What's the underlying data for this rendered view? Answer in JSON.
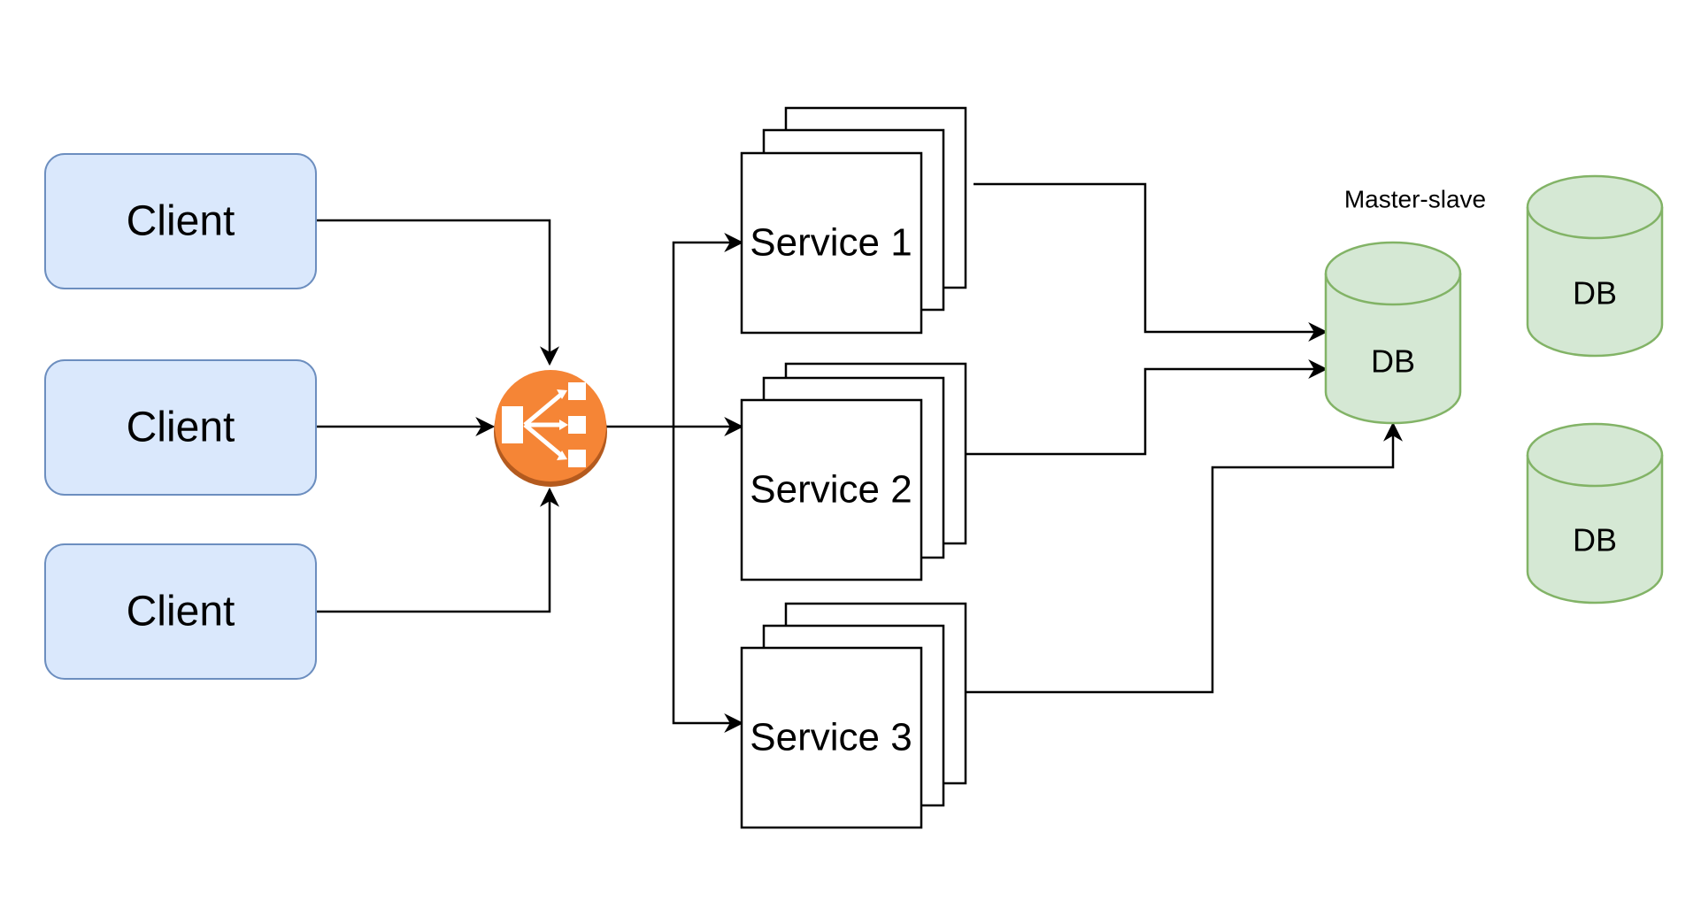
{
  "clients": [
    {
      "label": "Client"
    },
    {
      "label": "Client"
    },
    {
      "label": "Client"
    }
  ],
  "load_balancer": {
    "icon": "load-balancer-icon",
    "color": "#F58536"
  },
  "services": [
    {
      "label": "Service 1"
    },
    {
      "label": "Service 2"
    },
    {
      "label": "Service 3"
    }
  ],
  "database": {
    "caption": "Master-slave",
    "master_label": "DB",
    "replicas": [
      {
        "label": "DB"
      },
      {
        "label": "DB"
      }
    ]
  },
  "colors": {
    "client_fill": "#DAE8FC",
    "client_stroke": "#6C8EBF",
    "db_fill": "#D5E8D4",
    "db_stroke": "#82B366"
  }
}
